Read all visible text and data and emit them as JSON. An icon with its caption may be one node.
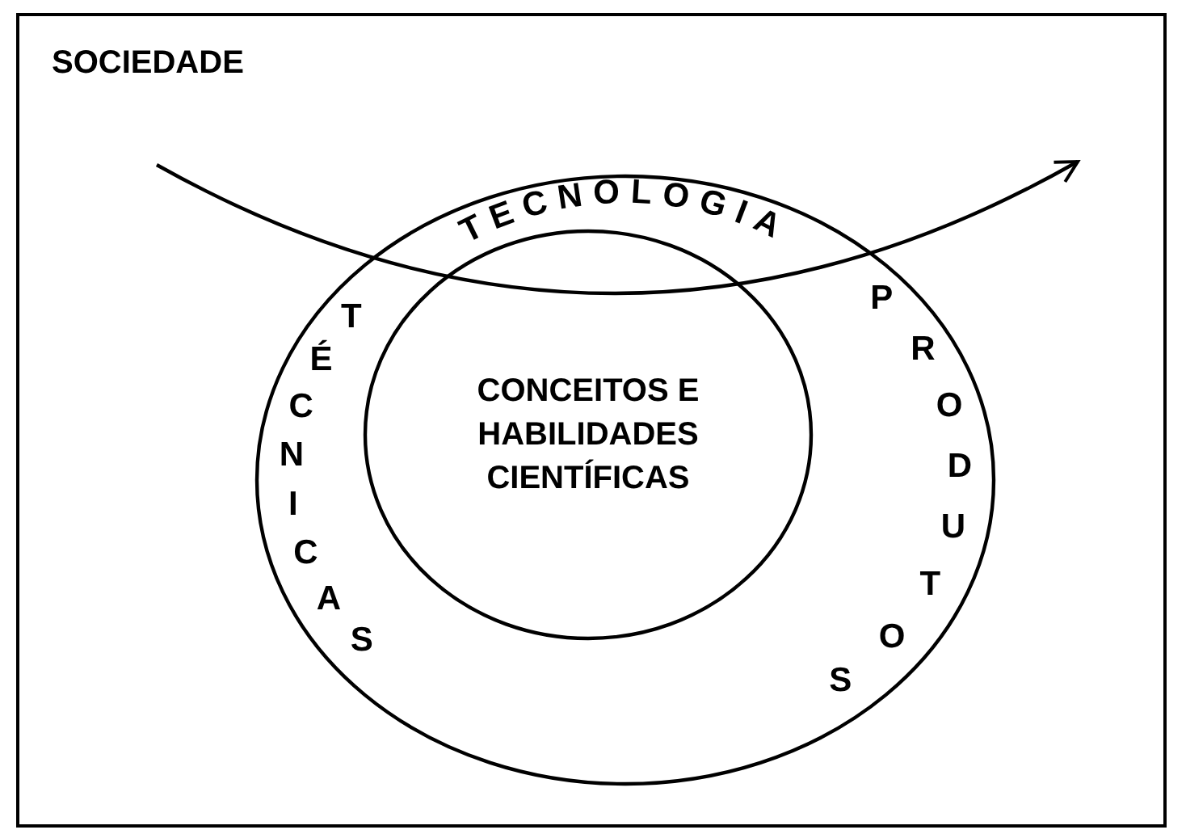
{
  "diagram": {
    "nodes": [
      {
        "text": [
          "SOCIEDADE"
        ]
      },
      {
        "text": [
          "TECNOLOGIA",
          "TÉCNICAS",
          "PRODUTOS"
        ],
        "in": 0
      },
      {
        "text": [
          "CONCEITOS E HABILIDADES CIENTÍFICAS"
        ],
        "in": 1
      }
    ]
  }
}
